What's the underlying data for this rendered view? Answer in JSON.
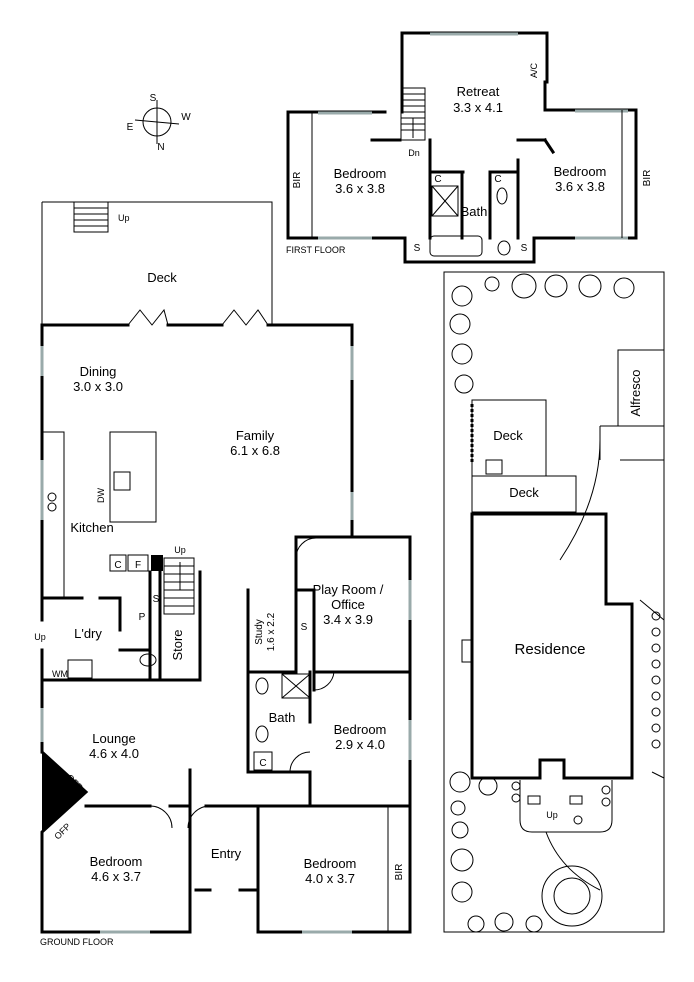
{
  "compass": {
    "n": "N",
    "s": "S",
    "e": "E",
    "w": "W"
  },
  "first_floor": {
    "label": "FIRST FLOOR",
    "retreat": {
      "name": "Retreat",
      "size": "3.3 x 4.1"
    },
    "bed_left": {
      "name": "Bedroom",
      "size": "3.6 x 3.8"
    },
    "bed_right": {
      "name": "Bedroom",
      "size": "3.6 x 3.8"
    },
    "bath": "Bath",
    "ac": "A/C",
    "dn": "Dn",
    "bir": "BIR",
    "c": "C",
    "s": "S"
  },
  "ground_floor": {
    "label": "GROUND FLOOR",
    "deck": "Deck",
    "up": "Up",
    "dining": {
      "name": "Dining",
      "size": "3.0 x 3.0"
    },
    "family": {
      "name": "Family",
      "size": "6.1 x 6.8"
    },
    "kitchen": "Kitchen",
    "dw": "DW",
    "c": "C",
    "f": "F",
    "p": "P",
    "s": "S",
    "laundry": "L'dry",
    "wm": "WM",
    "store": "Store",
    "study": {
      "name": "Study",
      "size": "1.6 x 2.2"
    },
    "play": {
      "name1": "Play Room /",
      "name2": "Office",
      "size": "3.4 x 3.9"
    },
    "bath": "Bath",
    "bed_mid": {
      "name": "Bedroom",
      "size": "2.9 x 4.0"
    },
    "lounge": {
      "name": "Lounge",
      "size": "4.6 x 4.0"
    },
    "ofp": "OFP",
    "bed_front_left": {
      "name": "Bedroom",
      "size": "4.6 x 3.7"
    },
    "entry": "Entry",
    "bed_front_right": {
      "name": "Bedroom",
      "size": "4.0 x 3.7"
    },
    "bir": "BIR"
  },
  "site": {
    "alfresco": "Alfresco",
    "deck1": "Deck",
    "deck2": "Deck",
    "residence": "Residence",
    "up": "Up"
  }
}
